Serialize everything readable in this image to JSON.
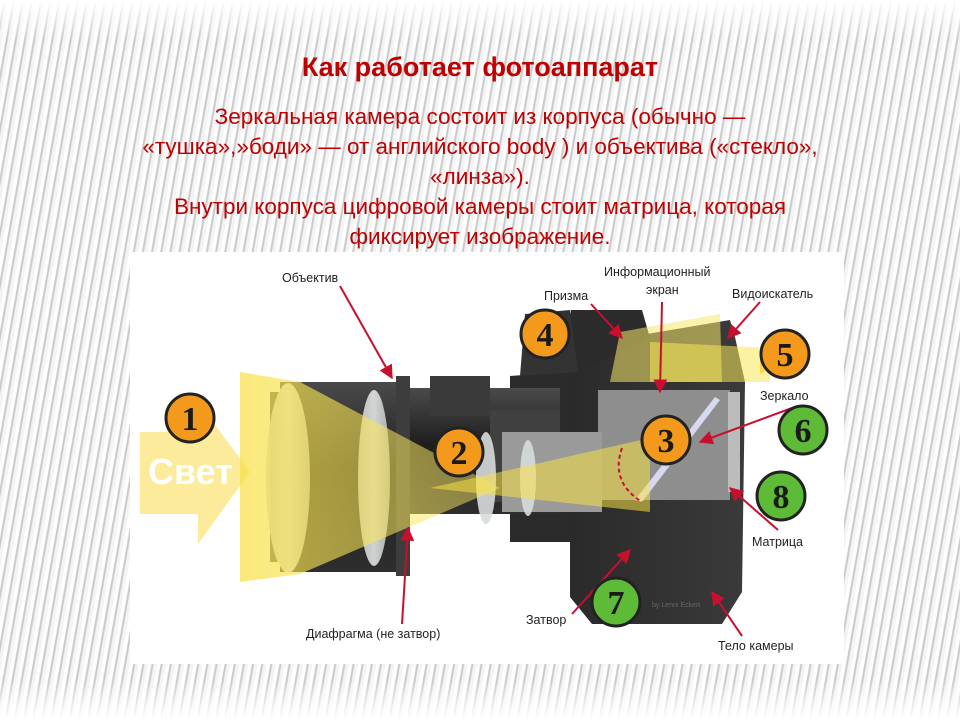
{
  "title": "Как работает фотоаппарат",
  "intro": {
    "line1": "Зеркальная камера состоит из корпуса (обычно —",
    "line2": "«тушка»,»боди» — от английского body ) и объектива («стекло»,",
    "line3": "«линза»).",
    "line4": "Внутри корпуса цифровой камеры стоит матрица, которая",
    "line5": "фиксирует изображение."
  },
  "diagram": {
    "light_label": "Свет",
    "credit": "by Lenni Eckert",
    "labels": {
      "objective": "Объектив",
      "info_screen_1": "Информационный",
      "info_screen_2": "экран",
      "prism": "Призма",
      "viewfinder": "Видоискатель",
      "mirror": "Зеркало",
      "matrix": "Матрица",
      "shutter": "Затвор",
      "aperture": "Диафрагма (не затвор)",
      "body": "Тело камеры"
    },
    "markers": {
      "m1": "1",
      "m2": "2",
      "m3": "3",
      "m4": "4",
      "m5": "5",
      "m6": "6",
      "m7": "7",
      "m8": "8"
    }
  },
  "colors": {
    "heading": "#c00000",
    "marker_orange": "#f39a1c",
    "marker_green": "#5dbb37",
    "arrow_red": "#c8102e",
    "light_yellow": "#f9e54a"
  }
}
